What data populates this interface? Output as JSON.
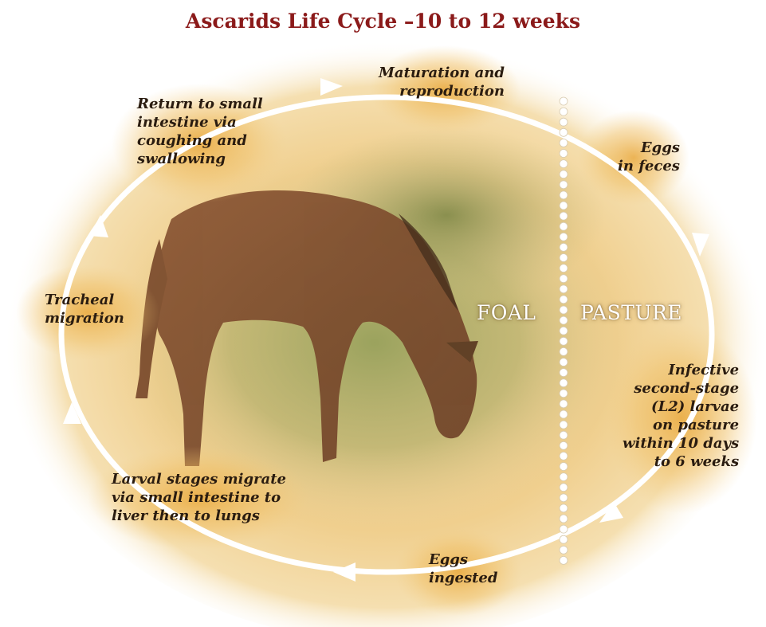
{
  "title": "Ascarids Life Cycle –10 to 12 weeks",
  "zones": {
    "left": "FOAL",
    "right": "PASTURE"
  },
  "stages": {
    "maturation": [
      "Maturation and",
      "reproduction"
    ],
    "eggs_feces": [
      "Eggs",
      "in feces"
    ],
    "infective_larvae": [
      "Infective",
      "second-stage",
      "(L2) larvae",
      "on pasture",
      "within 10 days",
      "to 6 weeks"
    ],
    "eggs_ingested": [
      "Eggs",
      "ingested"
    ],
    "larval_migration": [
      "Larval stages migrate",
      "via small intestine to",
      "liver then to lungs"
    ],
    "tracheal": [
      "Tracheal",
      "migration"
    ],
    "return": [
      "Return to small",
      "intestine via",
      "coughing and",
      "swallowing"
    ]
  },
  "colors": {
    "title": "#8b1a1a",
    "cycle_line": "#ffffff",
    "background_glow": "#f2c766",
    "text": "#2a1c10"
  }
}
